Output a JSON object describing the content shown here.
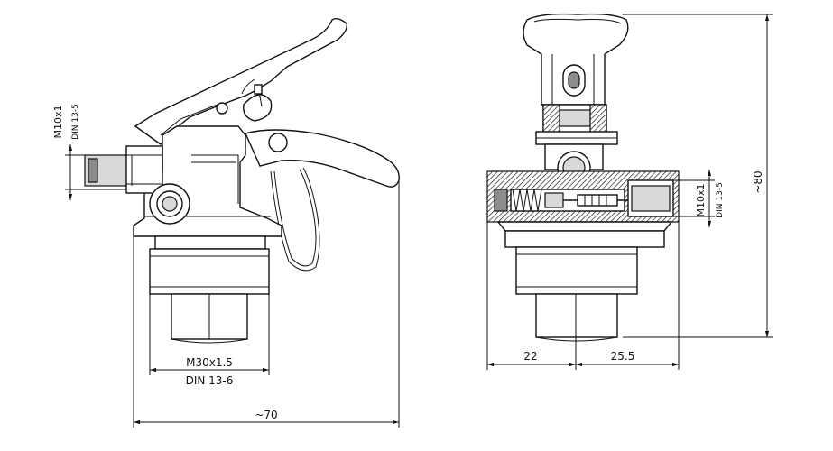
{
  "labels": {
    "left_thread_top": "M10x1",
    "left_thread_bottom": "DIN 13-5",
    "bottom_thread_top": "M30x1.5",
    "bottom_thread_bottom": "DIN 13-6",
    "overall_width": "~70",
    "dim_left_segment": "22",
    "dim_right_segment": "25.5",
    "right_thread_top": "M10x1",
    "right_thread_bottom": "DIN 13-5",
    "overall_height": "~80"
  }
}
